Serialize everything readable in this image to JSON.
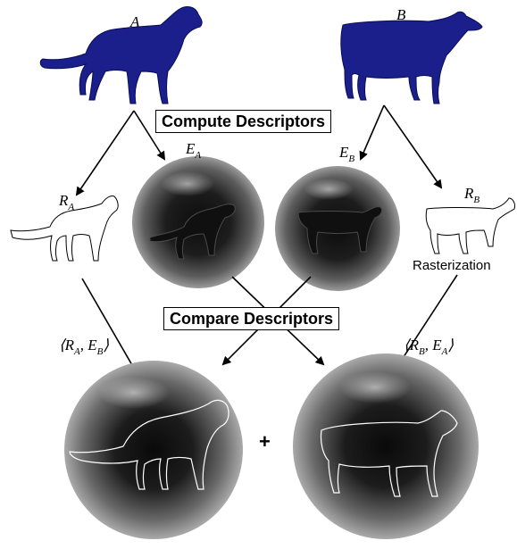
{
  "models": {
    "a": {
      "letter": "A"
    },
    "b": {
      "letter": "B"
    }
  },
  "steps": {
    "compute": "Compute Descriptors",
    "compare": "Compare Descriptors"
  },
  "descriptors": {
    "e_a": {
      "base": "E",
      "sub": "A"
    },
    "e_b": {
      "base": "E",
      "sub": "B"
    },
    "r_a": {
      "base": "R",
      "sub": "A"
    },
    "r_b": {
      "base": "R",
      "sub": "B"
    }
  },
  "rasterization_label": "Rasterization",
  "comparisons": {
    "left": {
      "open": "⟨",
      "r": "R",
      "r_sub": "A",
      "sep": ", ",
      "e": "E",
      "e_sub": "B",
      "close": "⟩"
    },
    "right": {
      "open": "⟨",
      "r": "R",
      "r_sub": "B",
      "sep": ", ",
      "e": "E",
      "e_sub": "A",
      "close": "⟩"
    }
  },
  "plus": "+",
  "colors": {
    "model_fill": "#1a1f8c",
    "model_edge": "#0a0d55",
    "arrow": "#000000"
  }
}
